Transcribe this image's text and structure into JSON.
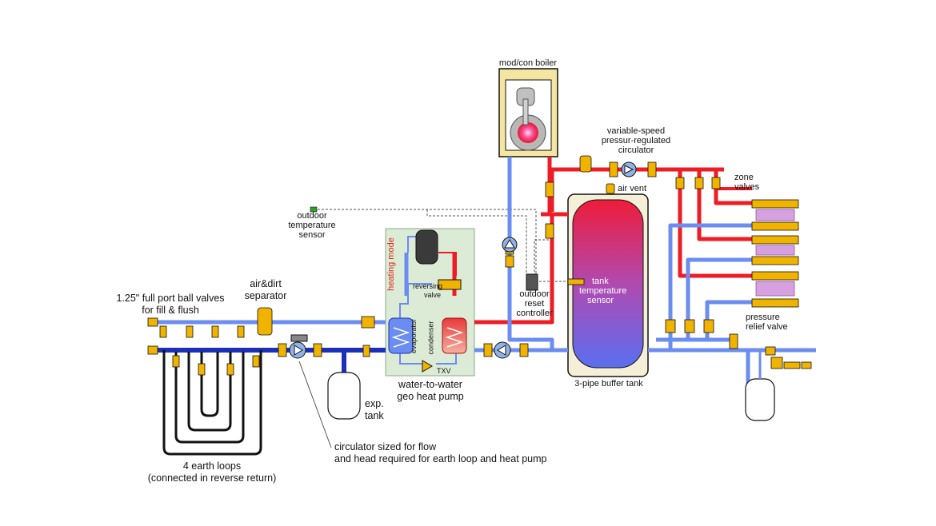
{
  "labels": {
    "boiler": "mod/con boiler",
    "circulator_vs_1": "variable-speed",
    "circulator_vs_2": "pressur-regulated",
    "circulator_vs_3": "circulator",
    "zone_valves_1": "zone",
    "zone_valves_2": "valves",
    "air_vent": "air vent",
    "outdoor_sensor_1": "outdoor",
    "outdoor_sensor_2": "temperature",
    "outdoor_sensor_3": "sensor",
    "heating_mode": "heating mode",
    "reversing_valve_1": "reversing",
    "reversing_valve_2": "valve",
    "evaporator": "evaporator",
    "condenser": "condenser",
    "txv": "TXV",
    "heat_pump_1": "water-to-water",
    "heat_pump_2": "geo heat pump",
    "reset_controller_1": "outdoor",
    "reset_controller_2": "reset",
    "reset_controller_3": "controller",
    "tank_sensor_1": "tank",
    "tank_sensor_2": "temperature",
    "tank_sensor_3": "sensor",
    "buffer_tank": "3-pipe buffer tank",
    "pressure_relief_1": "pressure",
    "pressure_relief_2": "relief valve",
    "ball_valves_1": "1.25\" full port ball valves",
    "ball_valves_2": "for fill & flush",
    "air_dirt_1": "air&dirt",
    "air_dirt_2": "separator",
    "exp_tank_1": "exp.",
    "exp_tank_2": "tank",
    "earth_loops_1": "4 earth loops",
    "earth_loops_2": "(connected in reverse return)",
    "circulator_note_1": "circulator sized for flow",
    "circulator_note_2": "and head required for earth loop and heat pump"
  },
  "colors": {
    "hot": "#ee1c24",
    "cool": "#6b8cf0",
    "earth_cold": "#1c2fb8",
    "earth_loop": "#111111",
    "brass": "#f0b400",
    "heat_pump_box": "#dcebd6"
  }
}
